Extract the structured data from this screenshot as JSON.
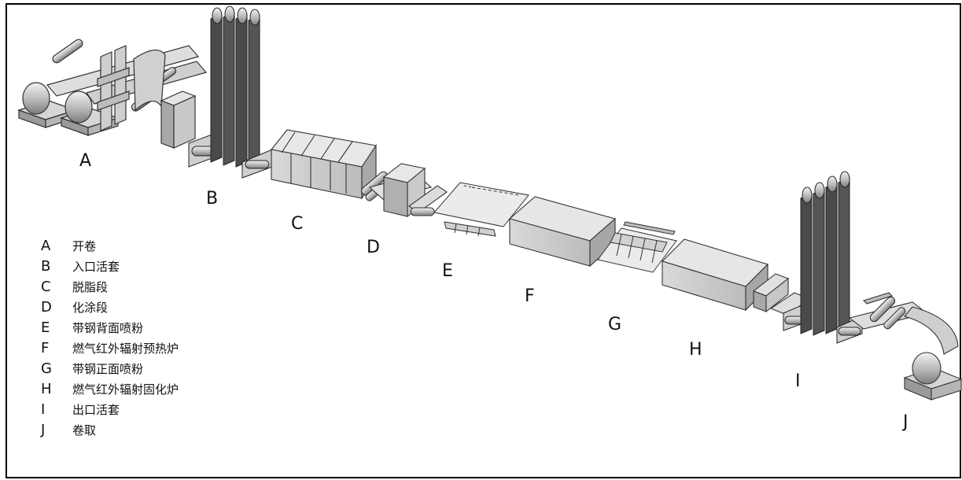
{
  "labels": {
    "A": "A",
    "B": "B",
    "C": "C",
    "D": "D",
    "E": "E",
    "F": "F",
    "G": "G",
    "H": "H",
    "I": "I",
    "J": "J"
  },
  "legend": [
    {
      "key": "A",
      "text": "开卷"
    },
    {
      "key": "B",
      "text": "入口活套"
    },
    {
      "key": "C",
      "text": "脱脂段"
    },
    {
      "key": "D",
      "text": "化涂段"
    },
    {
      "key": "E",
      "text": "带钢背面喷粉"
    },
    {
      "key": "F",
      "text": "燃气红外辐射预热炉"
    },
    {
      "key": "G",
      "text": "带钢正面喷粉"
    },
    {
      "key": "H",
      "text": "燃气红外辐射固化炉"
    },
    {
      "key": "I",
      "text": "出口活套"
    },
    {
      "key": "J",
      "text": "卷取"
    }
  ],
  "colors": {
    "border": "#000000",
    "light": "#e6e6e6",
    "mid": "#c4c4c4",
    "dark": "#8a8a8a",
    "looper": "#4a4a4a",
    "outline": "#333333"
  }
}
